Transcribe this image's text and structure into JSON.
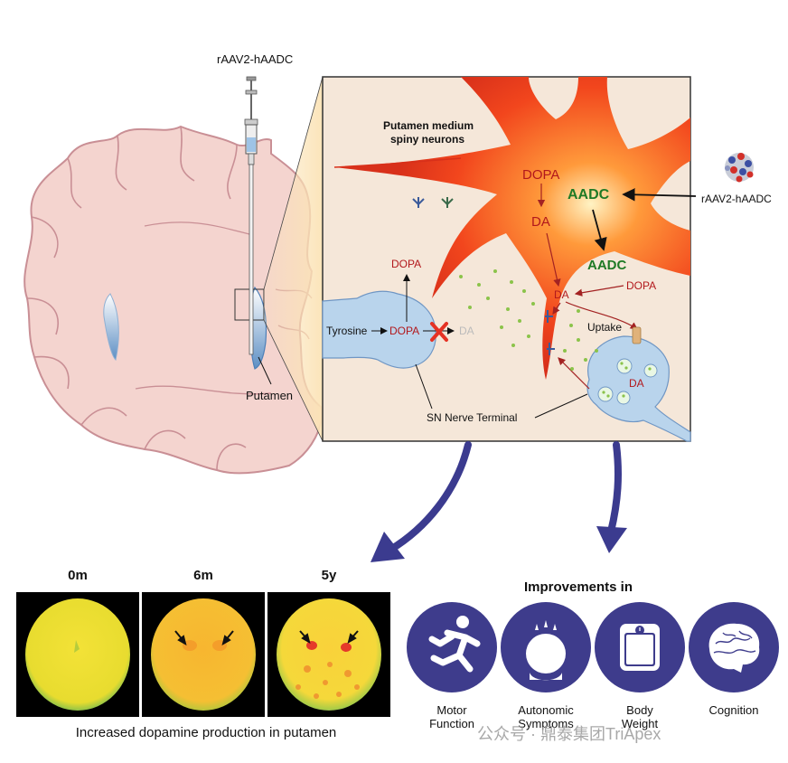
{
  "injection": {
    "label": "rAAV2-hAADC"
  },
  "brain": {
    "putamen_label": "Putamen"
  },
  "inset": {
    "neurons_label_line1": "Putamen medium",
    "neurons_label_line2": "spiny neurons",
    "dopa_top": "DOPA",
    "da_top": "DA",
    "aadc_main": "AADC",
    "aadc_secondary": "AADC",
    "vector_label": "rAAV2-hAADC",
    "dopa_terminal_up": "DOPA",
    "tyrosine": "Tyrosine",
    "dopa_terminal": "DOPA",
    "da_blocked": "DA",
    "da_synapse": "DA",
    "dopa_right": "DOPA",
    "uptake": "Uptake",
    "da_vesicle": "DA",
    "sn_terminal": "SN Nerve Terminal"
  },
  "scans": {
    "items": [
      {
        "title": "0m"
      },
      {
        "title": "6m"
      },
      {
        "title": "5y"
      }
    ],
    "caption": "Increased dopamine production in putamen"
  },
  "improvements": {
    "title": "Improvements in",
    "items": [
      {
        "icon": "running-person-icon",
        "line1": "Motor",
        "line2": "Function"
      },
      {
        "icon": "sweating-face-icon",
        "line1": "Autonomic",
        "line2": "Symptoms"
      },
      {
        "icon": "weight-scale-icon",
        "line1": "Body",
        "line2": "Weight"
      },
      {
        "icon": "brain-icon",
        "line1": "Cognition",
        "line2": ""
      }
    ]
  },
  "watermark": "公众号 · 鼎泰集团TriApex",
  "colors": {
    "neuron": "#ef4a1e",
    "terminal": "#b9d4ec",
    "arrow_blue": "#3b3b8f",
    "icon_purple": "#3e3c8c",
    "brain_tissue": "#f4d4cf",
    "brain_outline": "#c98f95",
    "inset_bg": "#f5e7d9"
  }
}
